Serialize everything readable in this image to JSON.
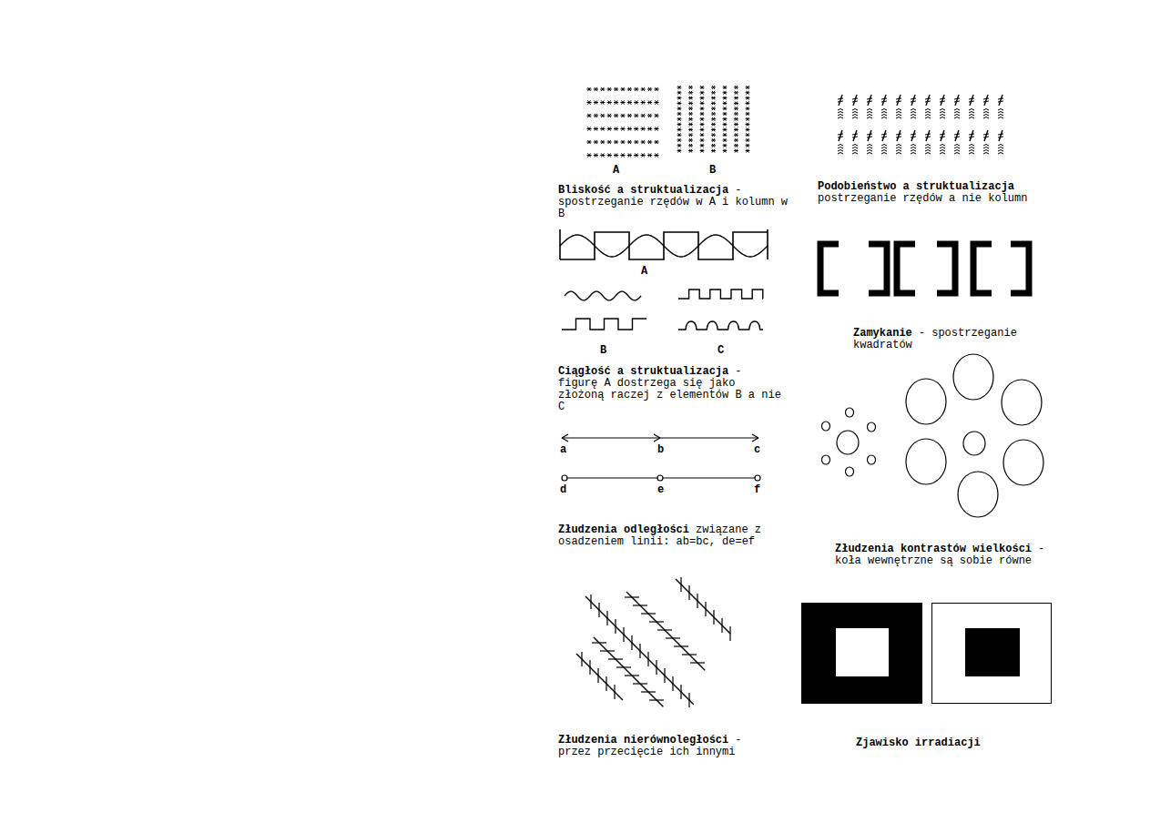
{
  "diagram": {
    "labels": [
      "A",
      "B",
      "Bliskość a struktualizacja",
      "- spostrzeganie rzędów w A i kolumn w B",
      "Podobieństwo a struktualizacja",
      "postrzeganie rzędów a nie kolumn",
      "A",
      "B",
      "C",
      "Ciągłość a struktualizacja",
      "- figurę A dostrzega się jako złożoną raczej z elementów B a nie C",
      "Zamykanie",
      "- spostrzeganie kwadratów",
      "a",
      "b",
      "c",
      "d",
      "e",
      "f",
      "Złudzenia odległości",
      "związane z osadzeniem linii: ab=bc, de=ef",
      "Złudzenia kontrastów wielkości",
      "- koła wewnętrzne są sobie równe",
      "Złudzenia nierównoległości",
      "- przez przecięcie ich innymi",
      "Zjawisko irradiacji"
    ]
  }
}
